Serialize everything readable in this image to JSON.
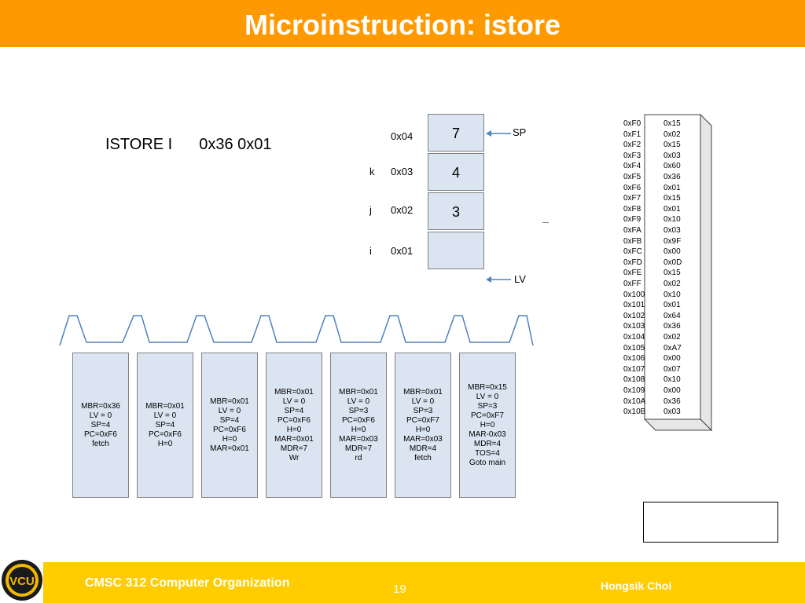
{
  "title": "Microinstruction: istore",
  "instruction": {
    "mnemonic": "ISTORE I",
    "operands": "0x36 0x01"
  },
  "stack": {
    "addresses": [
      "0x04",
      "0x03",
      "0x02",
      "0x01"
    ],
    "var_labels": [
      "",
      "k",
      "j",
      "i"
    ],
    "cells": [
      "7",
      "4",
      "3",
      ""
    ],
    "sp_label": "SP",
    "lv_label": "LV"
  },
  "state_boxes": [
    [
      "MBR=0x36",
      "LV = 0",
      "SP=4",
      "PC=0xF6",
      "fetch"
    ],
    [
      "MBR=0x01",
      "LV = 0",
      "SP=4",
      "PC=0xF6",
      "H=0"
    ],
    [
      "MBR=0x01",
      "LV = 0",
      "SP=4",
      "PC=0xF6",
      "H=0",
      "MAR=0x01"
    ],
    [
      "MBR=0x01",
      "LV = 0",
      "SP=4",
      "PC=0xF6",
      "H=0",
      "MAR=0x01",
      "MDR=7",
      "Wr"
    ],
    [
      "MBR=0x01",
      "LV = 0",
      "SP=3",
      "PC=0xF6",
      "H=0",
      "MAR=0x03",
      "MDR=7",
      "rd"
    ],
    [
      "MBR=0x01",
      "LV = 0",
      "SP=3",
      "PC=0xF7",
      "H=0",
      "MAR=0x03",
      "MDR=4",
      "fetch"
    ],
    [
      "MBR=0x15",
      "LV = 0",
      "SP=3",
      "PC=0xF7",
      "H=0",
      "MAR-0x03",
      "MDR=4",
      "TOS=4",
      "Goto main"
    ]
  ],
  "memory": [
    [
      "0xF0",
      "0x15"
    ],
    [
      "0xF1",
      "0x02"
    ],
    [
      "0xF2",
      "0x15"
    ],
    [
      "0xF3",
      "0x03"
    ],
    [
      "0xF4",
      "0x60"
    ],
    [
      "0xF5",
      "0x36"
    ],
    [
      "0xF6",
      "0x01"
    ],
    [
      "0xF7",
      "0x15"
    ],
    [
      "0xF8",
      "0x01"
    ],
    [
      "0xF9",
      "0x10"
    ],
    [
      "0xFA",
      "0x03"
    ],
    [
      "0xFB",
      "0x9F"
    ],
    [
      "0xFC",
      "0x00"
    ],
    [
      "0xFD",
      "0x0D"
    ],
    [
      "0xFE",
      "0x15"
    ],
    [
      "0xFF",
      "0x02"
    ],
    [
      "0x100",
      "0x10"
    ],
    [
      "0x101",
      "0x01"
    ],
    [
      "0x102",
      "0x64"
    ],
    [
      "0x103",
      "0x36"
    ],
    [
      "0x104",
      "0x02"
    ],
    [
      "0x105",
      "0xA7"
    ],
    [
      "0x106",
      "0x00"
    ],
    [
      "0x107",
      "0x07"
    ],
    [
      "0x108",
      "0x10"
    ],
    [
      "0x109",
      "0x00"
    ],
    [
      "0x10A",
      "0x36"
    ],
    [
      "0x10B",
      "0x03"
    ]
  ],
  "footer": {
    "course": "CMSC 312 Computer Organization",
    "page": "19",
    "author": "Hongsik Choi",
    "logo_text": "VCU"
  },
  "colors": {
    "title_bar": "#ff9900",
    "footer_bar": "#ffcc00",
    "box_fill": "#dbe5f1",
    "arrow": "#4f81bd",
    "logo_gold": "#f2b800"
  }
}
